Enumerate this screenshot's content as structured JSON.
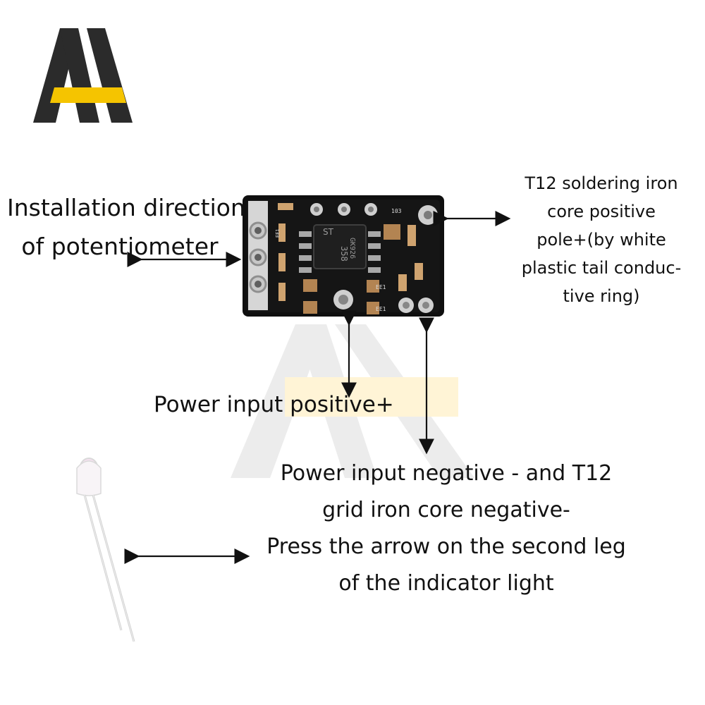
{
  "brand": {
    "logo_name": "AA logo",
    "colors": {
      "dark": "#2b2b2b",
      "accent": "#f5c400"
    }
  },
  "labels": {
    "potentiometer": [
      "Installation direction",
      "of potentiometer"
    ],
    "t12_positive": [
      "T12 soldering iron",
      "core positive",
      "pole+(by white",
      "plastic tail conduc-",
      "tive ring)"
    ],
    "power_positive": "Power input positive+",
    "power_negative": [
      "Power input negative - and T12",
      "grid iron core negative-",
      "Press the arrow on the second leg",
      "of the indicator light"
    ]
  },
  "board": {
    "chip_markings": [
      "358",
      "GK926"
    ],
    "component_codes": [
      "103",
      "EE1",
      "EE1",
      "EE1"
    ]
  },
  "colors": {
    "pcb": "#111111",
    "pad": "#d9d9d9",
    "silk": "#f0f0f0",
    "arrow": "#111111",
    "watermark": "#e6e6e6",
    "watermark_band": "#fff4d6"
  }
}
